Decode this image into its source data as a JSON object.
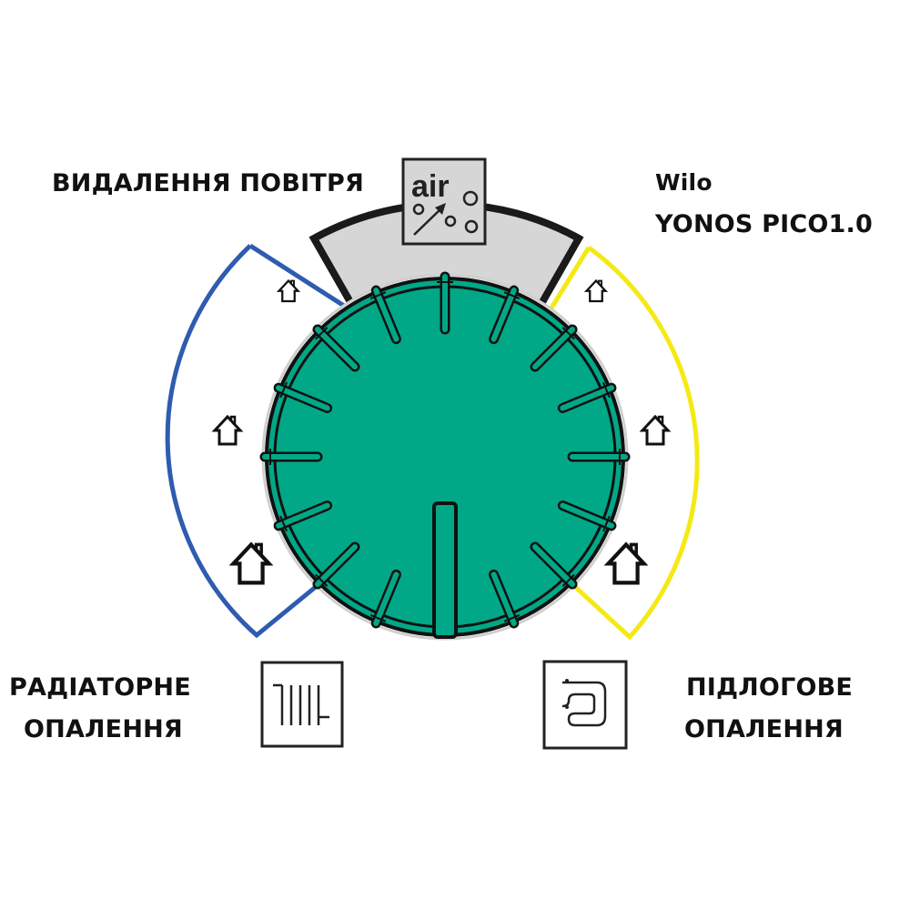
{
  "labels": {
    "air_removal": "ВИДАЛЕННЯ ПОВІТРЯ",
    "brand_line1": "Wilo",
    "brand_line2": "YONOS PICO1.0",
    "radiator_line1": "РАДІАТОРНЕ",
    "radiator_line2": "ОПАЛЕННЯ",
    "floor_line1": "ПІДЛОГОВЕ",
    "floor_line2": "ОПАЛЕННЯ"
  },
  "air_icon": {
    "text": "air",
    "icon": "air-vent-icon"
  },
  "icons": {
    "radiator": "radiator-icon",
    "floor_heating": "floor-heating-icon",
    "house": "house-icon"
  },
  "sectors": [
    {
      "name": "radiator-heating",
      "color": "#2f5bb0",
      "house_icons": 3
    },
    {
      "name": "air-removal",
      "color": "#d4d4d4",
      "border": "#1a1a1a"
    },
    {
      "name": "floor-heating",
      "color": "#f7ec13",
      "house_icons": 3
    }
  ],
  "dial": {
    "fill": "#00a887",
    "outline": "#111111",
    "tick_count": 16,
    "pointer_position": "bottom"
  }
}
